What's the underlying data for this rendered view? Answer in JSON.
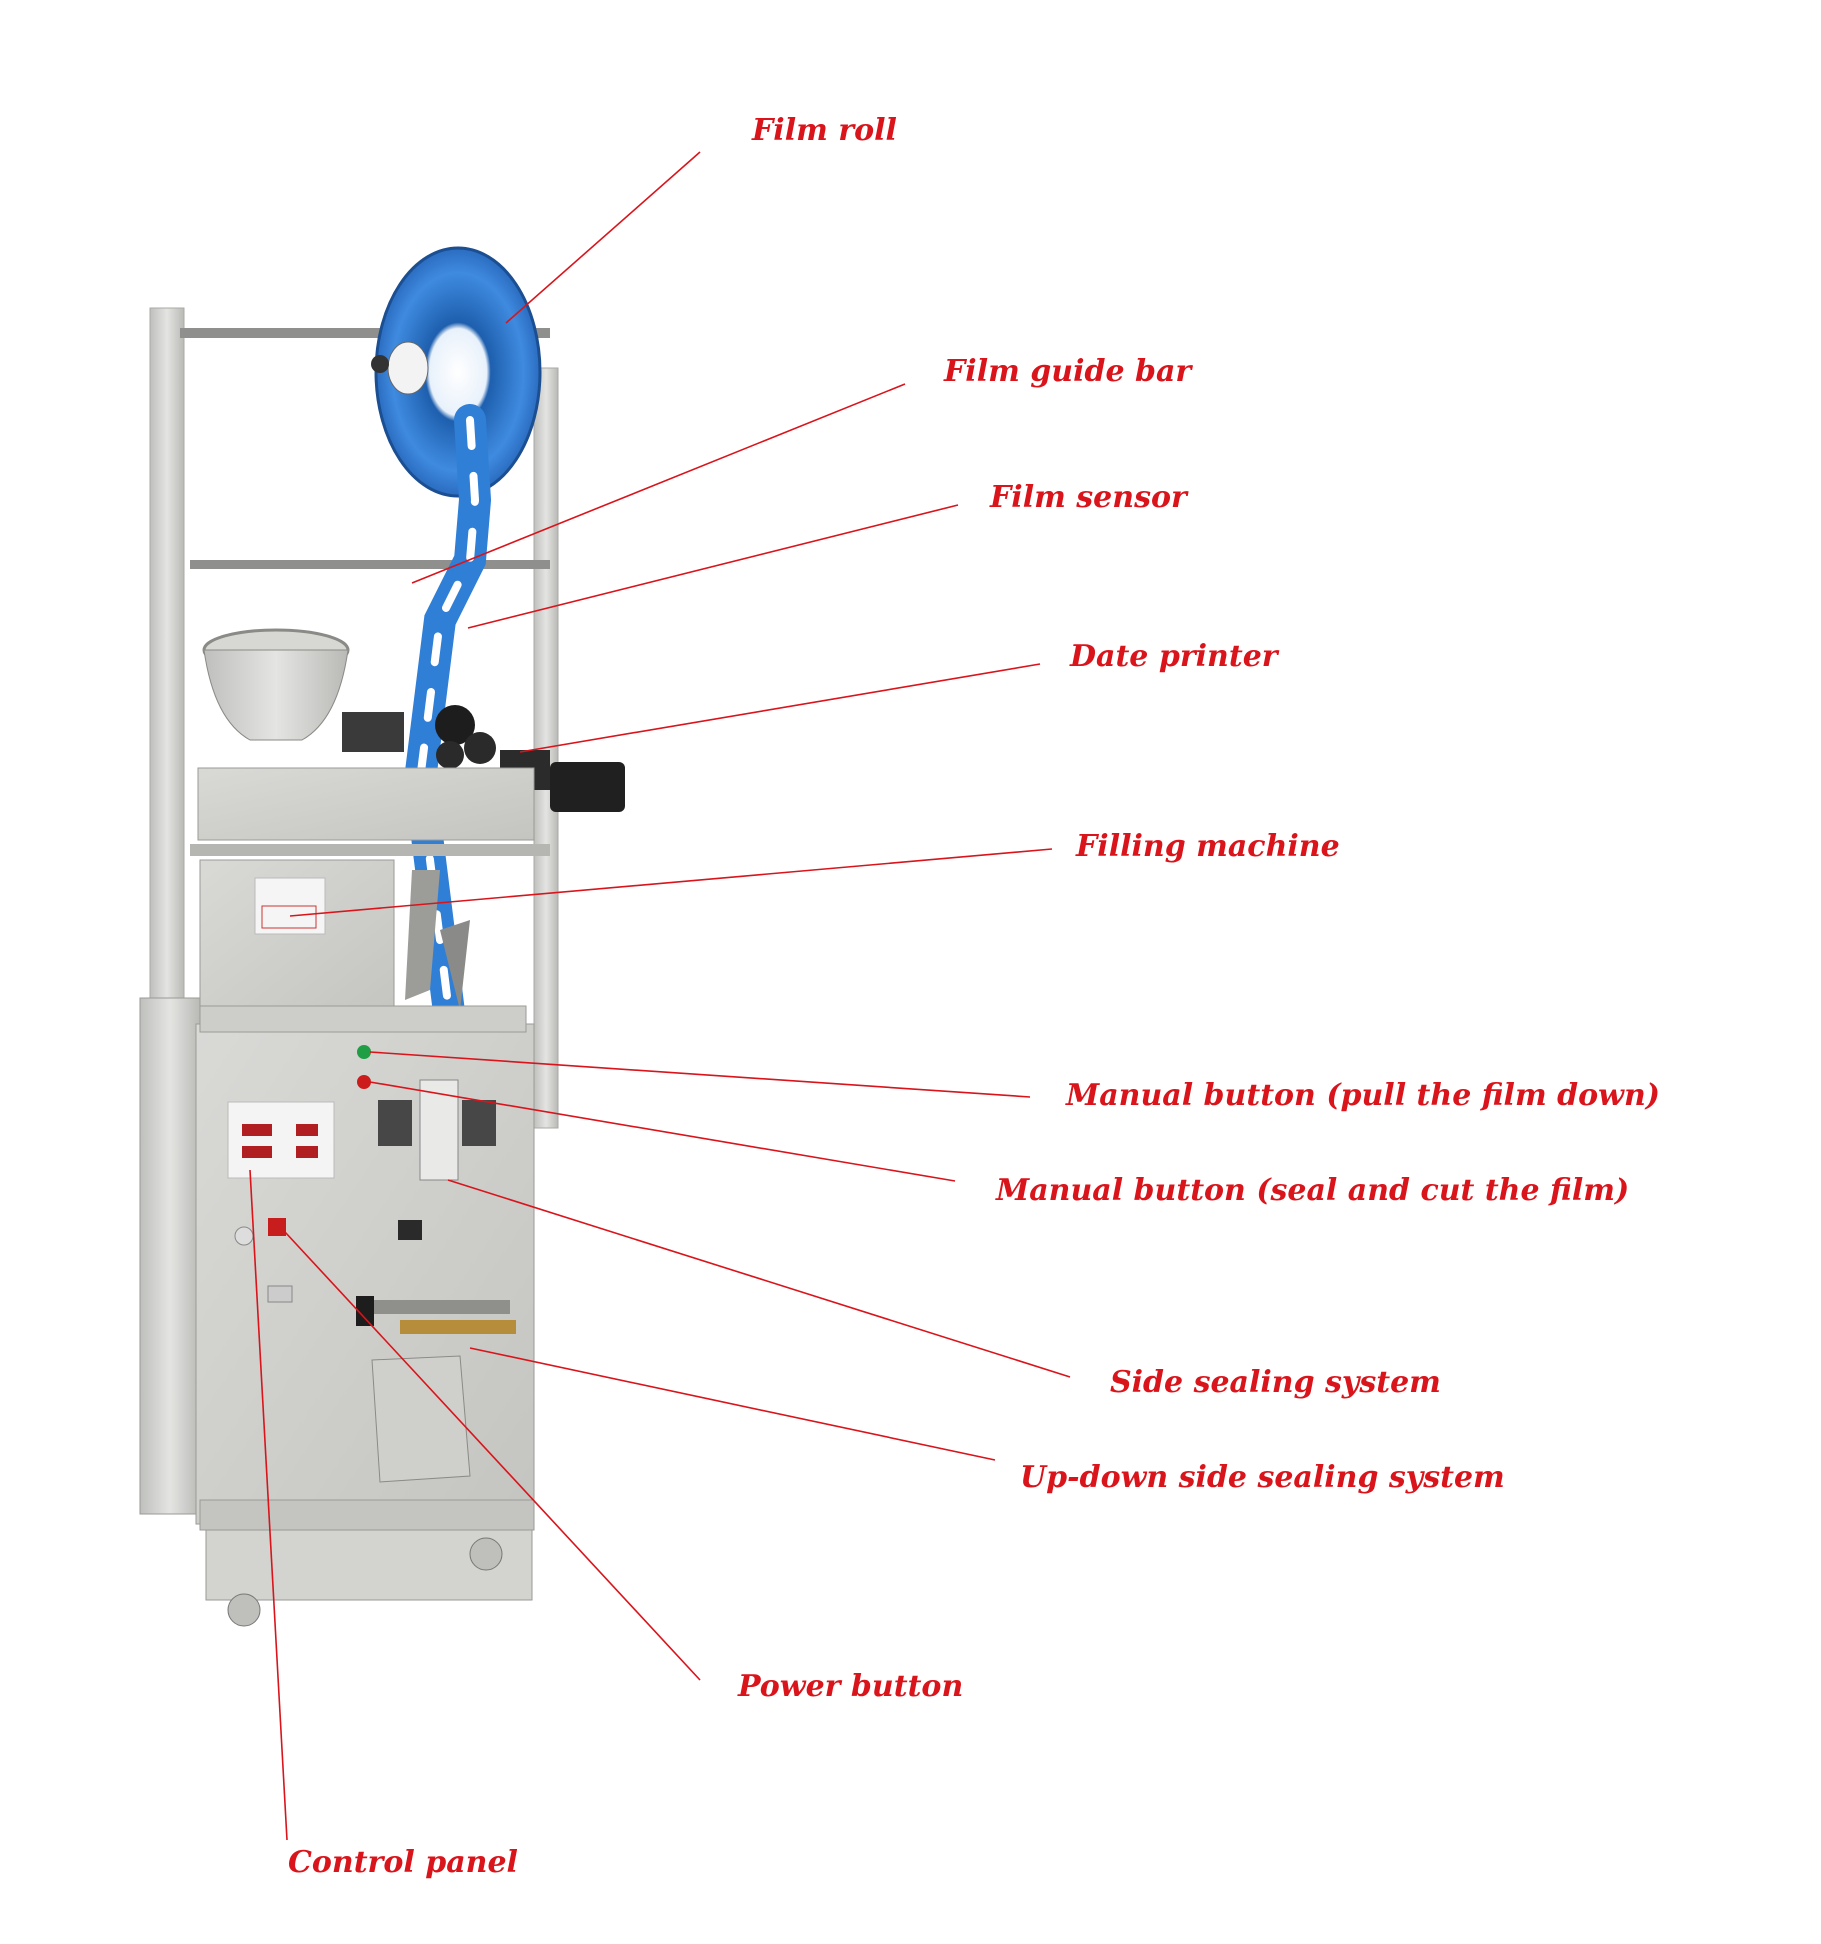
{
  "colors": {
    "label_text": "#d9141b",
    "leader_line": "#d9141b",
    "machine_steel": "#d5d5d3",
    "film_blue": "#2f7fd6"
  },
  "labels": [
    {
      "id": "film-roll",
      "text": "Film roll"
    },
    {
      "id": "film-guide-bar",
      "text": "Film guide bar"
    },
    {
      "id": "film-sensor",
      "text": "Film sensor"
    },
    {
      "id": "date-printer",
      "text": "Date printer"
    },
    {
      "id": "filling-machine",
      "text": "Filling machine"
    },
    {
      "id": "manual-button-pull",
      "text": "Manual button (pull the film down)"
    },
    {
      "id": "manual-button-seal",
      "text": "Manual button (seal and cut the film)"
    },
    {
      "id": "side-sealing-system",
      "text": "Side sealing system"
    },
    {
      "id": "up-down-sealing-system",
      "text": "Up-down side sealing system"
    },
    {
      "id": "power-button",
      "text": "Power button"
    },
    {
      "id": "control-panel",
      "text": "Control panel"
    }
  ]
}
